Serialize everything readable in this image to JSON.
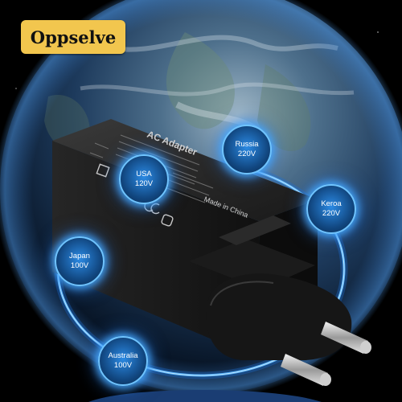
{
  "brand": {
    "name": "Oppselve"
  },
  "adapter": {
    "title": "AC Adapter",
    "origin": "Made in China"
  },
  "regions": [
    {
      "id": "usa",
      "name": "USA",
      "voltage": "120V"
    },
    {
      "id": "russia",
      "name": "Russia",
      "voltage": "220V"
    },
    {
      "id": "keroa",
      "name": "Keroa",
      "voltage": "220V"
    },
    {
      "id": "japan",
      "name": "Japan",
      "voltage": "100V"
    },
    {
      "id": "australia",
      "name": "Australia",
      "voltage": "100V"
    }
  ],
  "colors": {
    "badge": "#f2c64e",
    "glow": "#3aa0ff",
    "adapter": "#141414",
    "background": "#000000"
  }
}
